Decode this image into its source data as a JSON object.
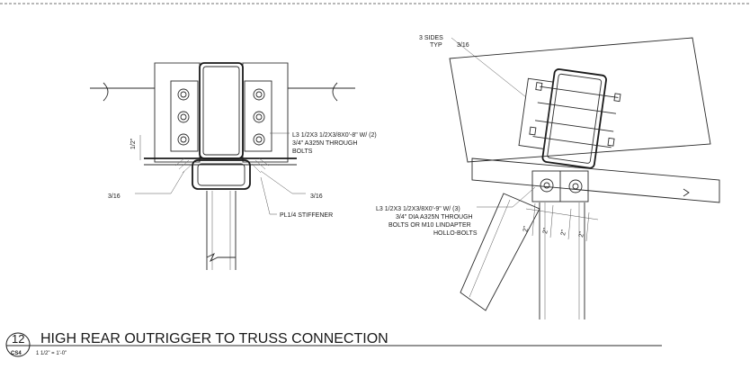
{
  "detail": {
    "number": "12",
    "sheet": "CS4",
    "title": "HIGH REAR OUTRIGGER TO TRUSS CONNECTION",
    "scale": "1 1/2\" = 1'-0\""
  },
  "left_view": {
    "angle_note": [
      "L3 1/2X3 1/2X3/8X0'-8\" W/ (2)",
      "3/4\" A325N THROUGH",
      "BOLTS"
    ],
    "weld_left": "3/16",
    "weld_right": "3/16",
    "dim_vertical": "1/2\"",
    "stiffener_note": "PL1/4 STIFFENER"
  },
  "right_view": {
    "weld_note": [
      "3 SIDES",
      "TYP"
    ],
    "weld_size": "3/16",
    "angle_note": [
      "L3 1/2X3 1/2X3/8X0'-9\" W/ (3)",
      "3/4\" DIA A325N THROUGH",
      "BOLTS OR M10 LINDAPTER",
      "HOLLO-BOLTS"
    ],
    "dims": [
      "2\"",
      "2\"",
      "2\"",
      "2\""
    ]
  }
}
